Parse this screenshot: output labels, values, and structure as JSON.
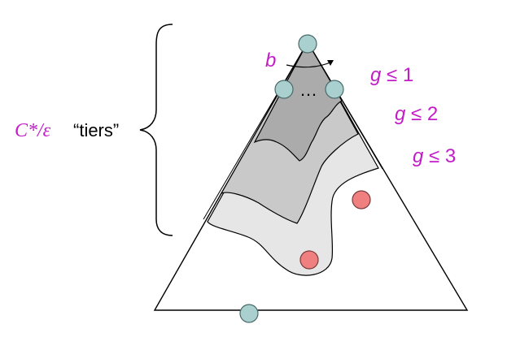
{
  "colors": {
    "magenta": "#c21cc8",
    "black": "#000000",
    "node_teal": "#a9d0cf",
    "node_red": "#f08080",
    "tier_light": "#e6e6e6",
    "tier_mid": "#c9c9c9",
    "tier_dark": "#ababab"
  },
  "labels": {
    "cost_bound": "C*/ε",
    "tiers_word": "“tiers”",
    "branching": "b",
    "ellipsis": "…",
    "g1_var": "g",
    "g1_rest": " ≤ 1",
    "g2_var": "g",
    "g2_rest": " ≤ 2",
    "g3_var": "g",
    "g3_rest": " ≤ 3"
  },
  "nodes": {
    "start": "start-node",
    "children": [
      "child-node-left",
      "child-node-right"
    ],
    "goals": [
      "goal-node-upper",
      "goal-node-lower"
    ],
    "bottom": "bottom-node"
  }
}
